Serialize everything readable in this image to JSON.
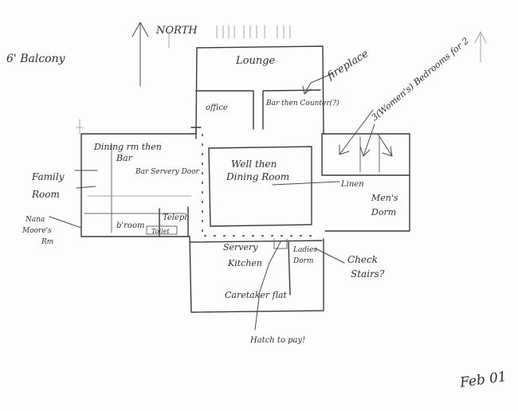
{
  "labels": {
    "north": "NORTH",
    "balcony": "6' Balcony",
    "lounge": "Lounge",
    "fireplace": "fireplace",
    "office": "office",
    "bar_counter": "Bar then Counter(?)",
    "bedrooms": "3(Women's) Bedrooms for 2",
    "dining_bar_1": "Dining rm then",
    "dining_bar_2": "Bar",
    "bar_servery": "Bar Servery Door",
    "family_room_1": "Family",
    "family_room_2": "Room",
    "well_dining_1": "Well then",
    "well_dining_2": "Dining Room",
    "linen": "Linen",
    "mens_dorm_1": "Men's",
    "mens_dorm_2": "Dorm",
    "broom": "b'room",
    "teleph": "Teleph",
    "toilet": "Toilet",
    "nanas_room_1": "Nana",
    "nanas_room_2": "Moore's",
    "nanas_room_3": "Rm",
    "servery": "Servery",
    "kitchen": "Kitchen",
    "ladies_dorm_1": "Ladies",
    "ladies_dorm_2": "Dorm",
    "check_stairs_1": "Check",
    "check_stairs_2": "Stairs?",
    "caretaker_flat": "Caretaker flat",
    "hatch": "Hatch to pay!",
    "date": "Feb 01"
  }
}
